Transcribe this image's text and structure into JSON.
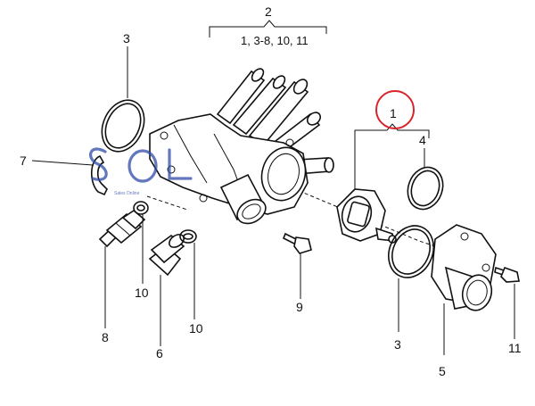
{
  "diagram": {
    "group_labels": [
      {
        "number": "2",
        "range": "1, 3-8, 10, 11"
      },
      {
        "number": "1"
      }
    ],
    "callouts": {
      "c3_top": "3",
      "c7": "7",
      "c4": "4",
      "c10_left": "10",
      "c8": "8",
      "c6": "6",
      "c10_mid": "10",
      "c9": "9",
      "c3_bottom": "3",
      "c5": "5",
      "c11": "11"
    },
    "highlight": {
      "color": "#d9232a"
    },
    "watermark": {
      "logo_text": "SOL",
      "caption": "Sales Online"
    }
  }
}
